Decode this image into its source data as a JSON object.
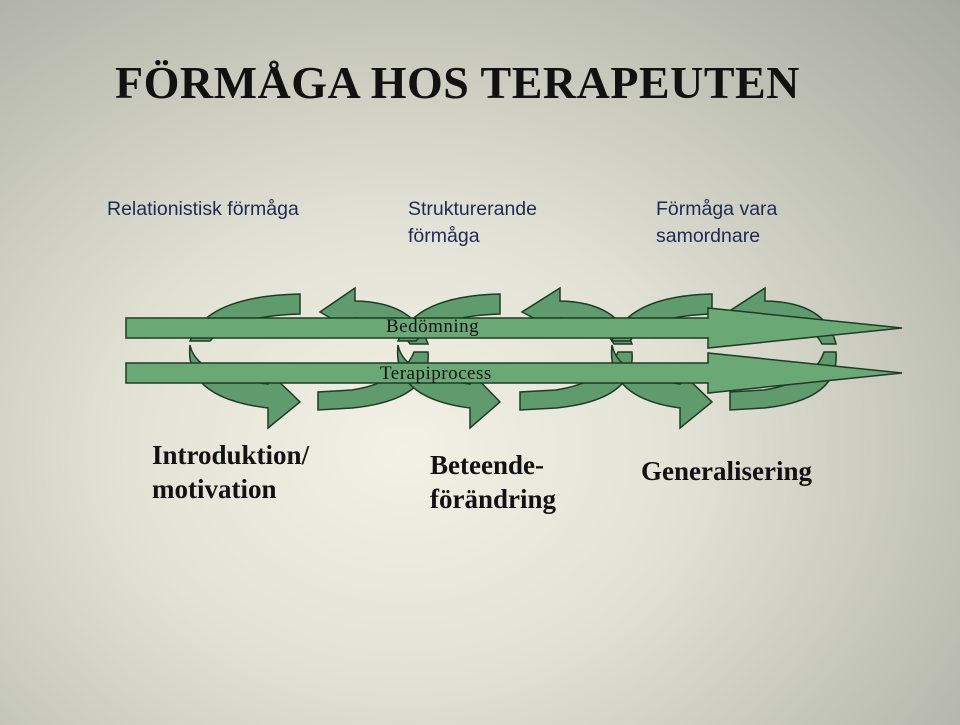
{
  "title": "FÖRMÅGA HOS TERAPEUTEN",
  "capabilities": [
    {
      "lines": [
        "Relationistisk förmåga"
      ]
    },
    {
      "lines": [
        "Strukturerande",
        "förmåga"
      ]
    },
    {
      "lines": [
        "Förmåga vara",
        "samordnare"
      ]
    }
  ],
  "bands": {
    "upper": "Bedömning",
    "lower": "Terapiprocess"
  },
  "phases": [
    {
      "lines": [
        "Introduktion/",
        "motivation"
      ]
    },
    {
      "lines": [
        "Beteende-",
        "förändring"
      ]
    },
    {
      "lines": [
        "Generalisering"
      ]
    }
  ],
  "colors": {
    "arrow_fill": "#5f9b6c",
    "arrow_outline": "#1f3a25",
    "band_fill": "#6aa876",
    "text_dark": "#111111",
    "caption_text": "#1e2a55"
  }
}
